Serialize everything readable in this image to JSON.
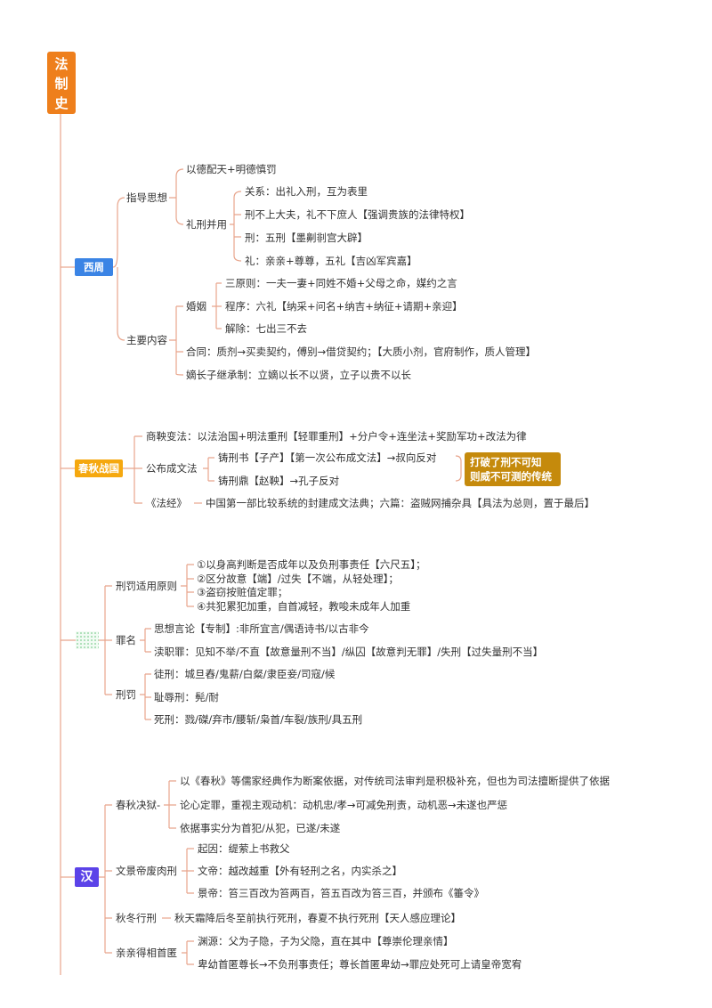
{
  "colors": {
    "root": "#ee7f1c",
    "xizhou": "#3b84e5",
    "chunqiu": "#f5a80f",
    "han": "#5b43e8",
    "note": "#c58a0c",
    "line": "#e8a58c"
  },
  "root": {
    "label": "法制史",
    "chars": [
      "法",
      "制",
      "史"
    ]
  },
  "xizhou": {
    "label": "西周",
    "guiding": {
      "label": "指导思想",
      "item1": "以德配天+明德慎罚",
      "lixing": {
        "label": "礼刑并用",
        "i1": "关系：出礼入刑，互为表里",
        "i2": "刑不上大夫，礼不下庶人【强调贵族的法律特权】",
        "i3": "刑：五刑【墨劓剕宫大辟】",
        "i4": "礼：亲亲+尊尊，五礼【吉凶军宾嘉】"
      }
    },
    "main": {
      "label": "主要内容",
      "marriage": {
        "label": "婚姻",
        "i1": "三原则：一夫一妻+同姓不婚+父母之命，媒约之言",
        "i2": "程序：六礼【纳采+问名+纳吉+纳征+请期+亲迎】",
        "i3": "解除：七出三不去"
      },
      "contract": "合同：质剂→买卖契约，傅别→借贷契约；【大质小剂，官府制作，质人管理】",
      "inherit": "嫡长子继承制：立嫡以长不以贤，立子以贵不以长"
    }
  },
  "chunqiu": {
    "label": "春秋战国",
    "shang": "商鞅变法：以法治国+明法重刑【轻罪重刑】+分户令+连坐法+奖励军功+改法为律",
    "gongbu": {
      "label": "公布成文法",
      "i1": "铸刑书【子产】【第一次公布成文法】→叔向反对",
      "i2": "铸刑鼎【赵鞅】→孔子反对",
      "note_line1": "打破了刑不可知",
      "note_line2": "则威不可测的传统"
    },
    "fajing": {
      "label": "《法经》",
      "desc": "中国第一部比较系统的封建成文法典；六篇：盗贼网捕杂具【具法为总则，置于最后】"
    }
  },
  "qin": {
    "principle": {
      "label": "刑罚适用原则",
      "i1": "①以身高判断是否成年以及负刑事责任【六尺五】；",
      "i2": "②区分故意【端】/过失【不端，从轻处理】；",
      "i3": "③盗窃按赃值定罪；",
      "i4": "④共犯累犯加重，自首减轻，教唆未成年人加重"
    },
    "crime": {
      "label": "罪名",
      "i1": "思想言论【专制】:非所宜言/偶语诗书/以古非今",
      "i2": "渎职罪：见知不举/不直【故意量刑不当】/纵囚【故意判无罪】/失刑【过失量刑不当】"
    },
    "punish": {
      "label": "刑罚",
      "i1": "徒刑：城旦舂/鬼薪/白粲/隶臣妾/司寇/候",
      "i2": "耻辱刑：髡/耐",
      "i3": "死刑：戮/磔/弃市/腰斩/枭首/车裂/族刑/具五刑"
    }
  },
  "han": {
    "label": "汉",
    "chunqiu_jueyu": {
      "label": "春秋决狱-",
      "i1": "以《春秋》等儒家经典作为断案依据，对传统司法审判是积极补充，但也为司法擅断提供了依据",
      "i2": "论心定罪，重视主观动机：动机忠/孝→可减免刑责，动机恶→未遂也严惩",
      "i3": "依据事实分为首犯/从犯，已遂/未遂"
    },
    "wenjing": {
      "label": "文景帝废肉刑",
      "i1": "起因：缇萦上书救父",
      "i2": "文帝：越改越重【外有轻刑之名，内实杀之】",
      "i3": "景帝：笞三百改为笞两百，笞五百改为笞三百，并颁布《箠令》"
    },
    "qiudong": {
      "label": "秋冬行刑",
      "desc": "秋天霜降后冬至前执行死刑，春夏不执行死刑【天人感应理论】"
    },
    "qinqin": {
      "label": "亲亲得相首匿",
      "i1": "渊源：父为子隐，子为父隐，直在其中【尊崇伦理亲情】",
      "i2": "卑幼首匿尊长→不负刑事责任；尊长首匿卑幼→罪应处死可上请皇帝宽宥"
    }
  }
}
